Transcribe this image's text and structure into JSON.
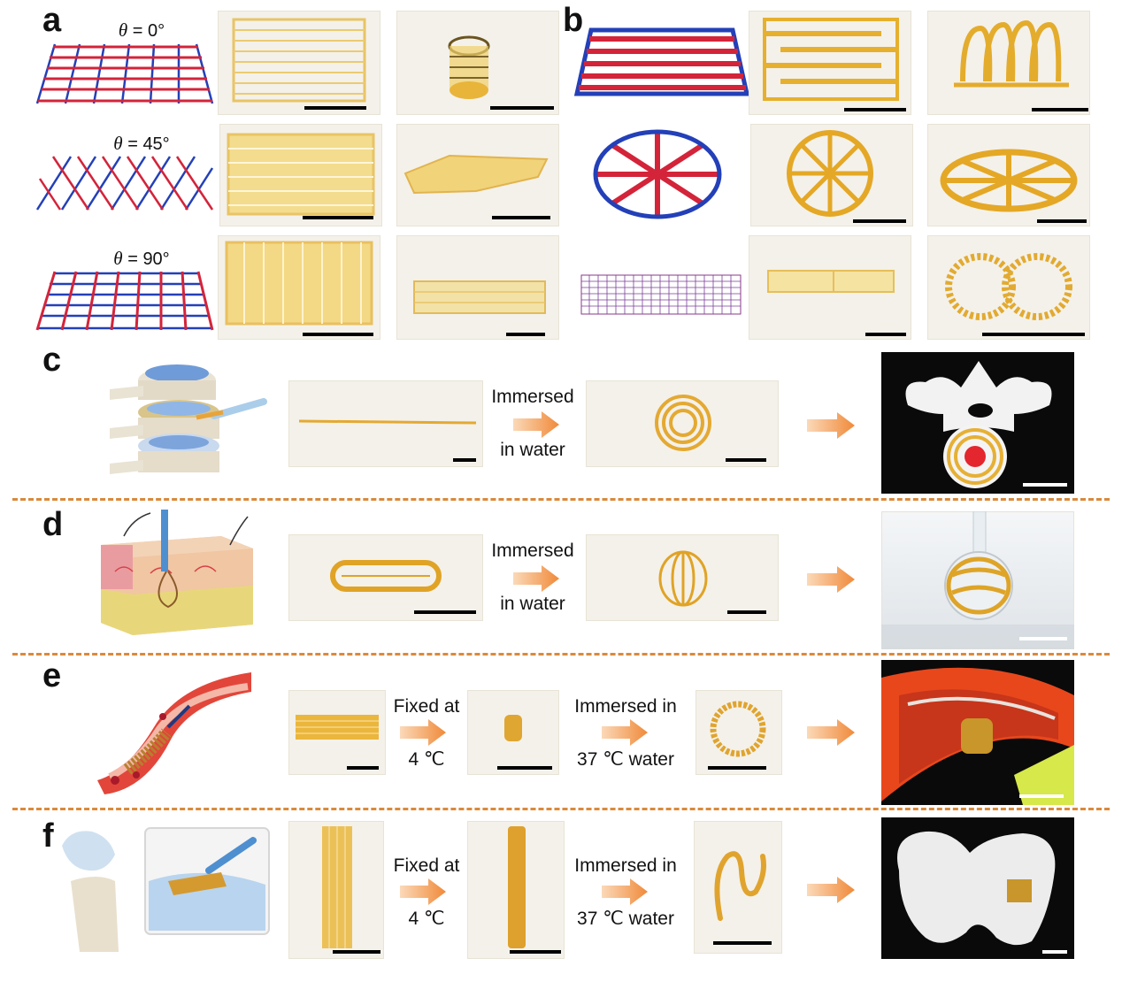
{
  "panels": {
    "a": {
      "letter": "a",
      "angles": [
        "0°",
        "45°",
        "90°"
      ],
      "theta_symbol": "θ",
      "equals": "="
    },
    "b": {
      "letter": "b"
    },
    "c": {
      "letter": "c",
      "step1_line1": "Immersed",
      "step1_line2": "in water"
    },
    "d": {
      "letter": "d",
      "step1_line1": "Immersed",
      "step1_line2": "in water"
    },
    "e": {
      "letter": "e",
      "step1_line1": "Fixed at",
      "step1_line2": "4 ℃",
      "step2_line1": "Immersed in",
      "step2_line2": "37 ℃ water"
    },
    "f": {
      "letter": "f",
      "step1_line1": "Fixed at",
      "step1_line2": "4 ℃",
      "step2_line1": "Immersed in",
      "step2_line2": "37 ℃ water"
    }
  },
  "colors": {
    "grid_red": "#d3243a",
    "grid_blue": "#2340b8",
    "hydrogel_amber": "#e8b43a",
    "arrow_orange": "#f08a3a",
    "divider_orange": "#d98a3c"
  }
}
